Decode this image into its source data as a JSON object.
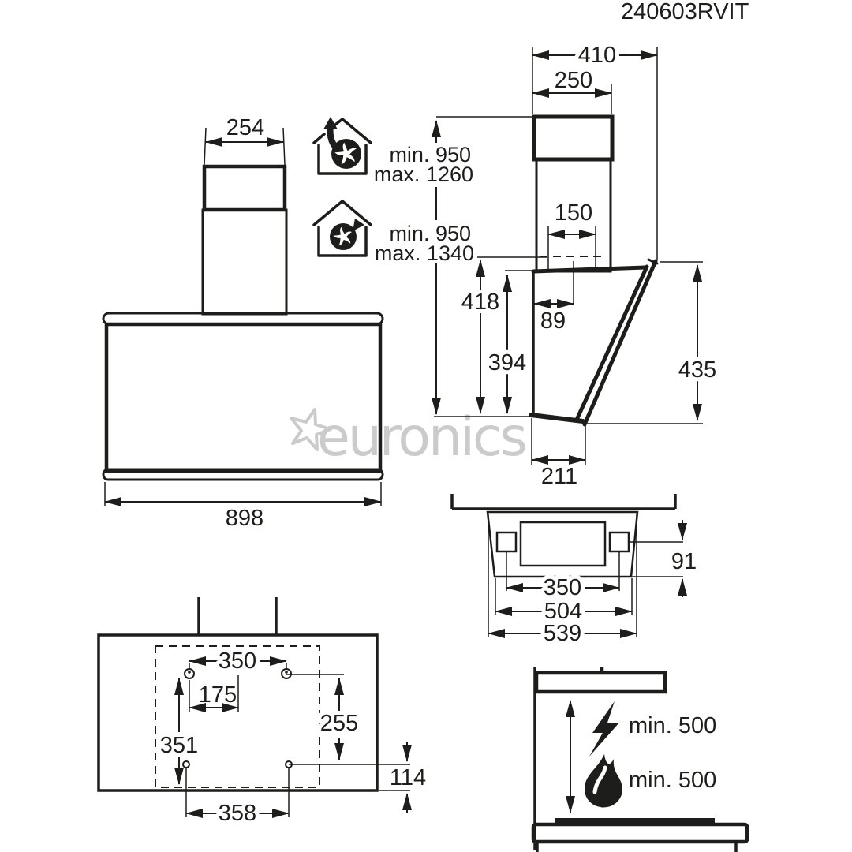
{
  "title": "240603RVIT",
  "watermark": "euronics",
  "front_view": {
    "chimney_width": "254",
    "body_width": "898"
  },
  "installation": {
    "exhaust": {
      "min": "min. 950",
      "max": "max. 1260"
    },
    "recirculation": {
      "min": "min. 950",
      "max": "max. 1340"
    }
  },
  "side_view": {
    "depth_total": "410",
    "chimney_depth": "250",
    "duct_diameter": "150",
    "duct_offset": "89",
    "height_with_duct": "418",
    "body_height": "394",
    "panel_height": "435",
    "bottom_depth": "211"
  },
  "top_view": {
    "collar_offset": "91",
    "bracket_span": "350",
    "body_depth": "504",
    "overall_width": "539"
  },
  "mounting": {
    "upper_screw_span": "350",
    "half_span": "175",
    "left_height": "351",
    "right_height": "255",
    "lower_offset": "114",
    "lower_screw_span": "358"
  },
  "clearances": {
    "electric_hob": "min. 500",
    "gas_hob": "min. 500"
  }
}
